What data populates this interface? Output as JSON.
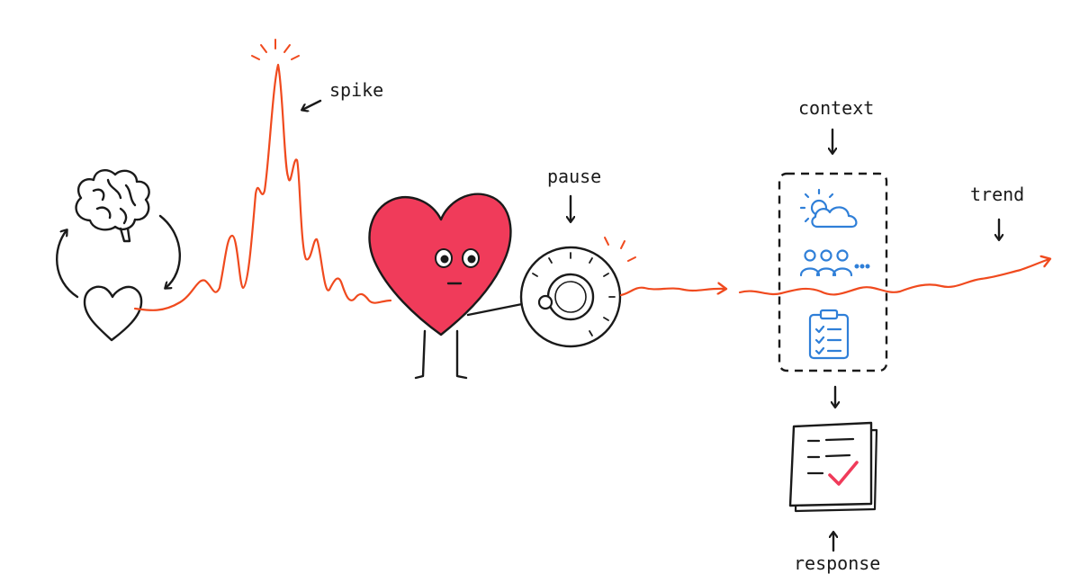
{
  "labels": {
    "spike": "spike",
    "pause": "pause",
    "context": "context",
    "trend": "trend",
    "response": "response"
  },
  "icons": {
    "brain": "brain-icon",
    "heart": "heart-outline-icon",
    "cycle": "cycle-arrows-icon",
    "character": "heart-character",
    "dial": "dial-knob-icon",
    "weather": "sun-cloud-icon",
    "people": "people-group-icon",
    "checklist": "clipboard-checklist-icon",
    "document": "document-check-icon"
  },
  "colors": {
    "signal": "#f04a1e",
    "heart_fill": "#f03b5a",
    "context_icons": "#2f7fd8",
    "check": "#f03b5a",
    "ink": "#1a1a1a"
  }
}
